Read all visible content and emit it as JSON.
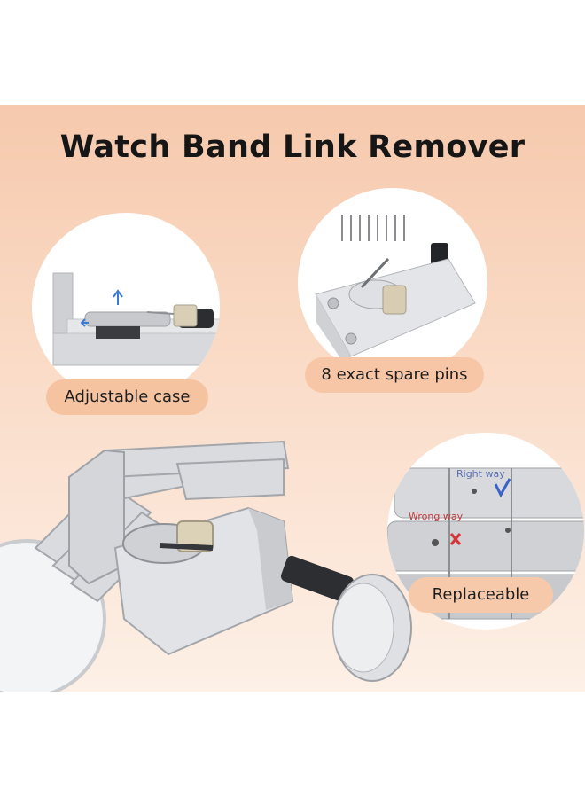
{
  "title": "Watch Band Link Remover",
  "callouts": {
    "adjustable": "Adjustable case",
    "spare_pins": "8 exact spare pins",
    "replaceable": "Replaceable"
  },
  "annotations": {
    "right_way": "Right way",
    "wrong_way": "Wrong way"
  },
  "colors": {
    "background_top": "#f6c9ad",
    "background_bottom": "#fdf0e6",
    "pill_fill": "#f6c3a1",
    "right_mark": "#3a62c9",
    "wrong_mark": "#d63434"
  }
}
